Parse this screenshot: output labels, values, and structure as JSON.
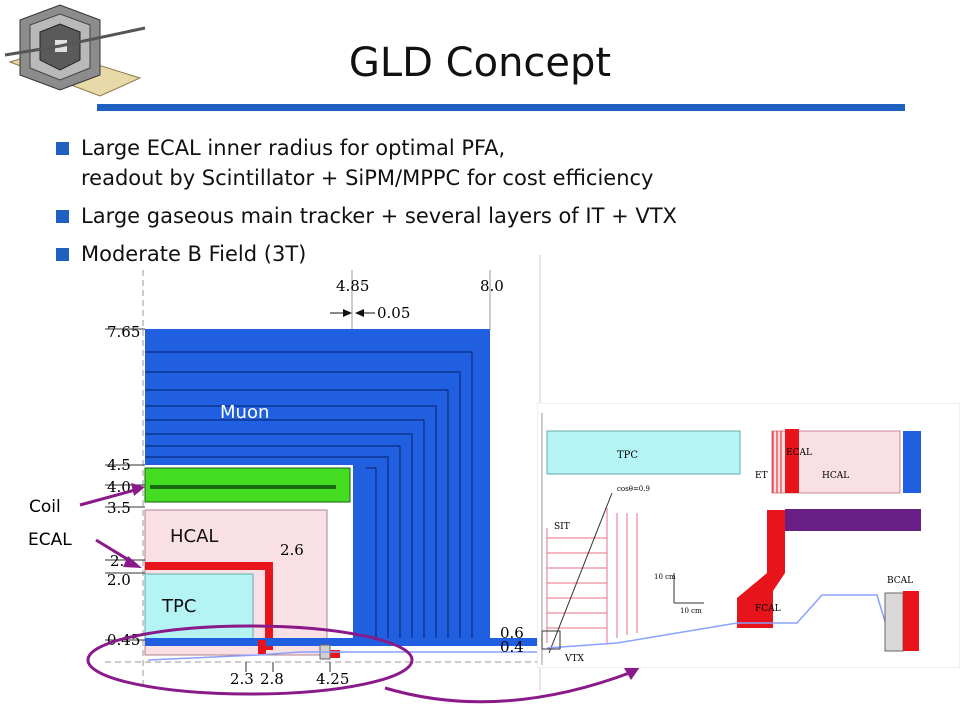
{
  "title": "GLD Concept",
  "logo_caption": "",
  "bullets": [
    {
      "lines": [
        "Large ECAL inner radius for optimal PFA,",
        "readout by Scintillator + SiPM/MPPC for cost efficiency"
      ]
    },
    {
      "lines": [
        "Large gaseous main tracker + several layers of IT + VTX"
      ]
    },
    {
      "lines": [
        "Moderate B Field (3T)"
      ]
    }
  ],
  "left_diagram": {
    "y_ticks": [
      "7.65",
      "4.5",
      "4.0",
      "3.5",
      "2.",
      "2.0",
      "0.45"
    ],
    "x_ticks": [
      "2.3",
      "2.8",
      "4.25"
    ],
    "top_labels": [
      "4.85",
      "8.0"
    ],
    "gap_label": "0.05",
    "right_labels": [
      "0.6",
      "0.4"
    ],
    "hcal_dim": "2.6",
    "region_labels": {
      "muon": "Muon",
      "hcal": "HCAL",
      "tpc": "TPC"
    },
    "side_labels": {
      "coil": "Coil",
      "ecal": "ECAL"
    }
  },
  "right_diagram": {
    "tpc": "TPC",
    "ecal": "ECAL",
    "hcal": "HCAL",
    "et": "ET",
    "sit": "SIT",
    "cos": "cosθ=0.9",
    "scale1": "10 cm",
    "scale2": "10 cm",
    "fcal": "FCAL",
    "bcal": "BCAL",
    "vtx": "VTX"
  },
  "colors": {
    "muon": "#1f5fe0",
    "coil": "#44dd22",
    "hcal": "#f8e0e4",
    "ecal": "#e8141c",
    "tpc": "#b5f4f4",
    "purple": "#6a1f86",
    "accent": "#1f5fbf"
  }
}
